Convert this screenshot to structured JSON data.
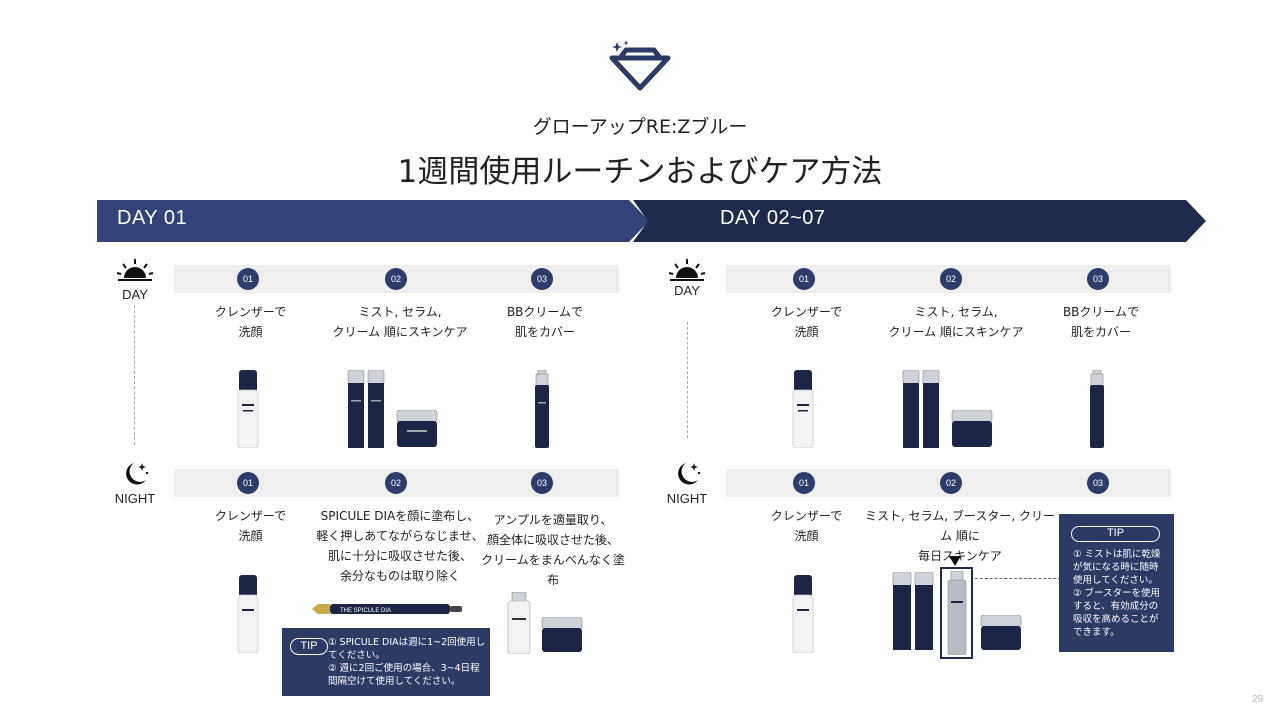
{
  "header": {
    "subtitle": "グローアップRE:Zブルー",
    "title": "1週間使用ルーチンおよびケア方法"
  },
  "banners": [
    {
      "label": "DAY 01"
    },
    {
      "label": "DAY 02~07"
    }
  ],
  "labels": {
    "day": "DAY",
    "night": "NIGHT"
  },
  "step_numbers": [
    "01",
    "02",
    "03"
  ],
  "day01": {
    "day_steps": [
      {
        "text": "クレンザーで\n洗顔"
      },
      {
        "text": "ミスト, セラム,\nクリーム 順にスキンケア"
      },
      {
        "text": "BBクリームで\n肌をカバー"
      }
    ],
    "night_steps": [
      {
        "text": "クレンザーで\n洗顔"
      },
      {
        "text": "SPICULE DIAを顔に塗布し、\n軽く押しあてながらなじませ、\n肌に十分に吸収させた後、\n余分なものは取り除く"
      },
      {
        "text": "アンプルを適量取り、\n顔全体に吸収させた後、\nクリームをまんべんなく塗布"
      }
    ],
    "tip": {
      "label": "TIP",
      "text": "① SPICULE DIAは週に1~2回使用してください。\n② 週に2回ご使用の場合、3~4日程間隔空けて使用してください。"
    },
    "spicule_label": "THE SPICULE DIA"
  },
  "day0207": {
    "day_steps": [
      {
        "text": "クレンザーで\n洗顔"
      },
      {
        "text": "ミスト, セラム,\nクリーム 順にスキンケア"
      },
      {
        "text": "BBクリームで\n肌をカバー"
      }
    ],
    "night_steps": [
      {
        "text": "クレンザーで\n洗顔"
      },
      {
        "text": "ミスト, セラム, ブースター, クリーム 順に\n毎日スキンケア"
      }
    ],
    "tip": {
      "label": "TIP",
      "text": "① ミストは肌に乾燥が気になる時に随時使用してください。\n② ブースターを使用すると、有効成分の吸収を高めることができます。"
    }
  },
  "page_number": "29",
  "colors": {
    "navy_light": "#34427a",
    "navy_dark": "#1f2a4d",
    "step_circle": "#2e3c6b",
    "strip": "#efefef"
  }
}
